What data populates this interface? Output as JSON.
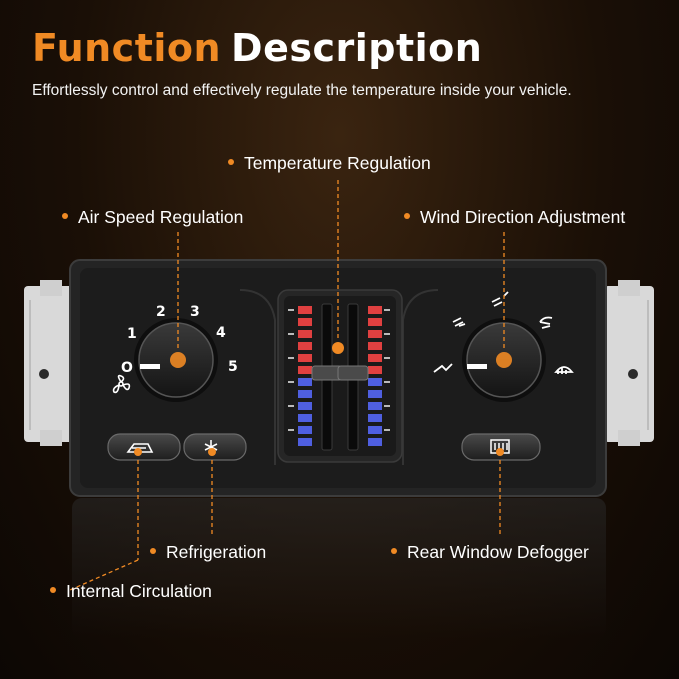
{
  "header": {
    "title_accent": "Function",
    "title_main": "Description",
    "subtitle": "Effortlessly control and effectively regulate the temperature inside your vehicle."
  },
  "callouts": {
    "temperature": "Temperature Regulation",
    "air_speed": "Air Speed Regulation",
    "wind_direction": "Wind Direction Adjustment",
    "refrigeration": "Refrigeration",
    "rear_defogger": "Rear Window Defogger",
    "internal_circulation": "Internal Circulation"
  },
  "fan_knob": {
    "scale": [
      "O",
      "1",
      "2",
      "3",
      "4",
      "5"
    ],
    "icon": "fan-icon"
  },
  "direction_knob": {
    "icons": [
      "defrost-vent-icon",
      "floor-vent-icon",
      "face-floor-vent-icon",
      "face-vent-icon",
      "front-defrost-icon"
    ]
  },
  "buttons": {
    "recirculation_icon": "car-recirculation-icon",
    "ac_icon": "snowflake-icon",
    "rear_defog_icon": "rear-defrost-icon"
  },
  "colors": {
    "accent": "#f08a24",
    "warm_bar": "#e04040",
    "cool_bar": "#4f5fe0"
  }
}
